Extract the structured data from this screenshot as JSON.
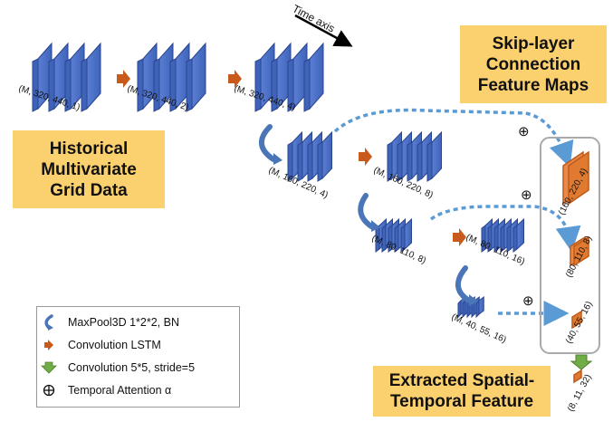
{
  "callouts": {
    "historical": "Historical\nMultivariate\nGrid Data",
    "skip": "Skip-layer\nConnection\nFeature Maps",
    "extracted": "Extracted Spatial-\nTemporal Feature"
  },
  "time_axis": "Time axis",
  "tensor_labels": {
    "in1": "(M, 320, 440, 1)",
    "in2": "(M, 320, 440, 2)",
    "in3": "(M, 320, 440, 4)",
    "l2a": "(M, 160, 220, 4)",
    "l2b": "(M, 160, 220, 8)",
    "l3a": "(M, 80, 110, 8)",
    "l3b": "(M, 80, 110, 16)",
    "l4a": "(M, 40, 55, 16)",
    "f1": "(160, 220, 4)",
    "f2": "(80, 110, 8)",
    "f3": "(40, 55, 16)",
    "out": "(8, 11, 32)"
  },
  "attention_symbol": "⊕",
  "legend": [
    {
      "icon": "maxpool-arrow-icon",
      "label": "MaxPool3D 1*2*2, BN"
    },
    {
      "icon": "convlstm-arrow-icon",
      "label": "Convolution LSTM"
    },
    {
      "icon": "conv-down-arrow-icon",
      "label": "Convolution 5*5, stride=5"
    },
    {
      "icon": "circle-plus-icon",
      "label": "Temporal Attention α"
    }
  ],
  "colors": {
    "block_blue": "#4a6fc4",
    "block_edge": "#2a4590",
    "orange": "#e07a30",
    "arrow_orange": "#c85a1c",
    "dash_blue": "#5b9bd5",
    "callout_yellow": "#fbd06e",
    "green_arrow": "#70ad47"
  }
}
